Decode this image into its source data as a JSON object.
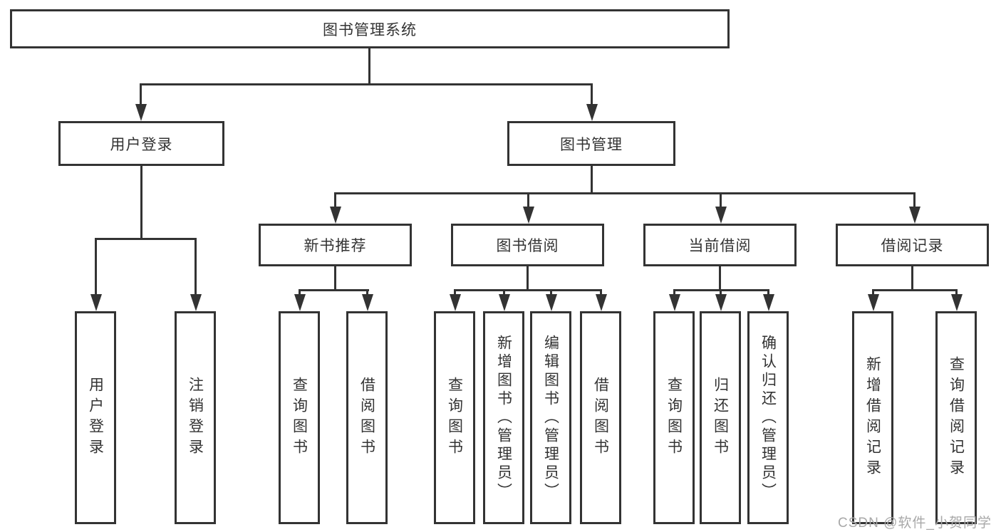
{
  "colors": {
    "line": "#333333",
    "text": "#333333",
    "box_background": "#ffffff",
    "page_background": "#ffffff",
    "watermark": "#a8a8a8"
  },
  "diagram": {
    "root": {
      "label": "图书管理系统"
    },
    "level2": [
      {
        "label": "用户登录"
      },
      {
        "label": "图书管理"
      }
    ],
    "level3": [
      {
        "label": "新书推荐"
      },
      {
        "label": "图书借阅"
      },
      {
        "label": "当前借阅"
      },
      {
        "label": "借阅记录"
      }
    ],
    "leaves": [
      {
        "label": "用户登录"
      },
      {
        "label": "注销登录"
      },
      {
        "label": "查询图书"
      },
      {
        "label": "借阅图书"
      },
      {
        "label": "查询图书"
      },
      {
        "label": "新增图书（管理员）"
      },
      {
        "label": "编辑图书（管理员）"
      },
      {
        "label": "借阅图书"
      },
      {
        "label": "查询图书"
      },
      {
        "label": "归还图书"
      },
      {
        "label": "确认归还（管理员）"
      },
      {
        "label": "新增借阅记录"
      },
      {
        "label": "查询借阅记录"
      }
    ]
  },
  "watermark": {
    "text": "CSDN @软件_小贺同学"
  }
}
